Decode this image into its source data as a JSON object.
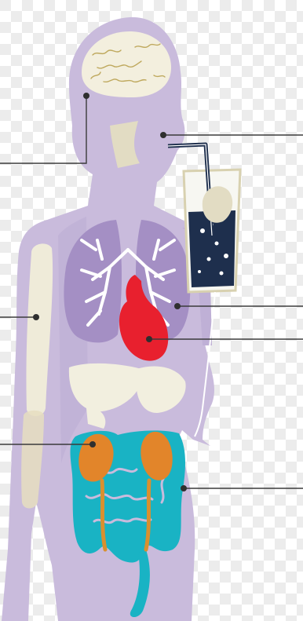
{
  "figure": {
    "subject": "human-body-organs-drinking",
    "colors": {
      "checker_light": "#ffffff",
      "checker_dark": "#ececec",
      "body": "#c9bbdc",
      "body_shadow": "#b9a9d0",
      "brain": "#f3efde",
      "bone": "#efebd9",
      "throat": "#e2dcc3",
      "lungs": "#a48fc4",
      "airways": "#ffffff",
      "heart": "#e8202e",
      "liver_stomach": "#f2efdf",
      "kidneys": "#e2852a",
      "ureters": "#d9902f",
      "intestines": "#19b3c4",
      "glass": "#f7f7f2",
      "glass_rim": "#d8d1b0",
      "drink": "#1e2f4d",
      "bubbles": "#ffffff",
      "straw": "#1e2f4d",
      "leader_line": "#3b3b3b",
      "marker_dot": "#2f2f2f"
    },
    "markers": [
      {
        "organ": "brain",
        "side": "left"
      },
      {
        "organ": "mouth",
        "side": "right"
      },
      {
        "organ": "bones",
        "side": "left"
      },
      {
        "organ": "lungs",
        "side": "right"
      },
      {
        "organ": "heart",
        "side": "right"
      },
      {
        "organ": "kidneys",
        "side": "left"
      },
      {
        "organ": "intestines",
        "side": "right"
      }
    ]
  }
}
